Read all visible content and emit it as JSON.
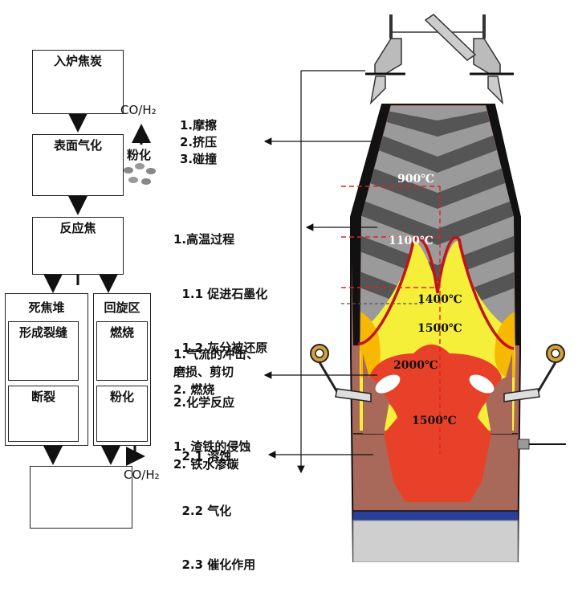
{
  "flow": {
    "box1": "入炉焦炭",
    "box2": "表面气化",
    "box3": "反应焦",
    "left_group": "死焦堆",
    "right_group": "回旋区",
    "sub_crack": "形成裂缝",
    "sub_burn": "燃烧",
    "sub_break": "断裂",
    "sub_powder": "粉化",
    "side_powder": "粉化",
    "gas_top": "CO/H₂",
    "gas_bottom": "CO/H₂"
  },
  "annotations": {
    "a1": [
      "1.摩擦",
      "2.挤压",
      "3.碰撞"
    ],
    "a2": [
      "1.高温过程",
      "  1.1 促进石墨化",
      "  1.2 灰分被还原",
      "2.化学反应",
      "  2.1 溶蚀",
      "  2.2 气化",
      "  2.3 催化作用"
    ],
    "a3": [
      "1.气流的冲击、",
      "磨损、剪切",
      "2. 燃烧"
    ],
    "a4": [
      "1. 渣铁的侵蚀",
      "2. 铁水渗碳"
    ]
  },
  "temperatures": {
    "t900": "900℃",
    "t1100": "1100℃",
    "t1400": "1400℃",
    "t1500a": "1500℃",
    "t2000": "2000℃",
    "t1500b": "1500℃"
  },
  "colors": {
    "stripe_dark": "#555555",
    "stripe_light": "#9a9a9a",
    "yellow": "#f5ef3a",
    "orange": "#f6b800",
    "red": "#e8412a",
    "brick": "#a9695a",
    "hearth_blue": "#2a3f9a",
    "softening_curve": "#c0141a"
  }
}
